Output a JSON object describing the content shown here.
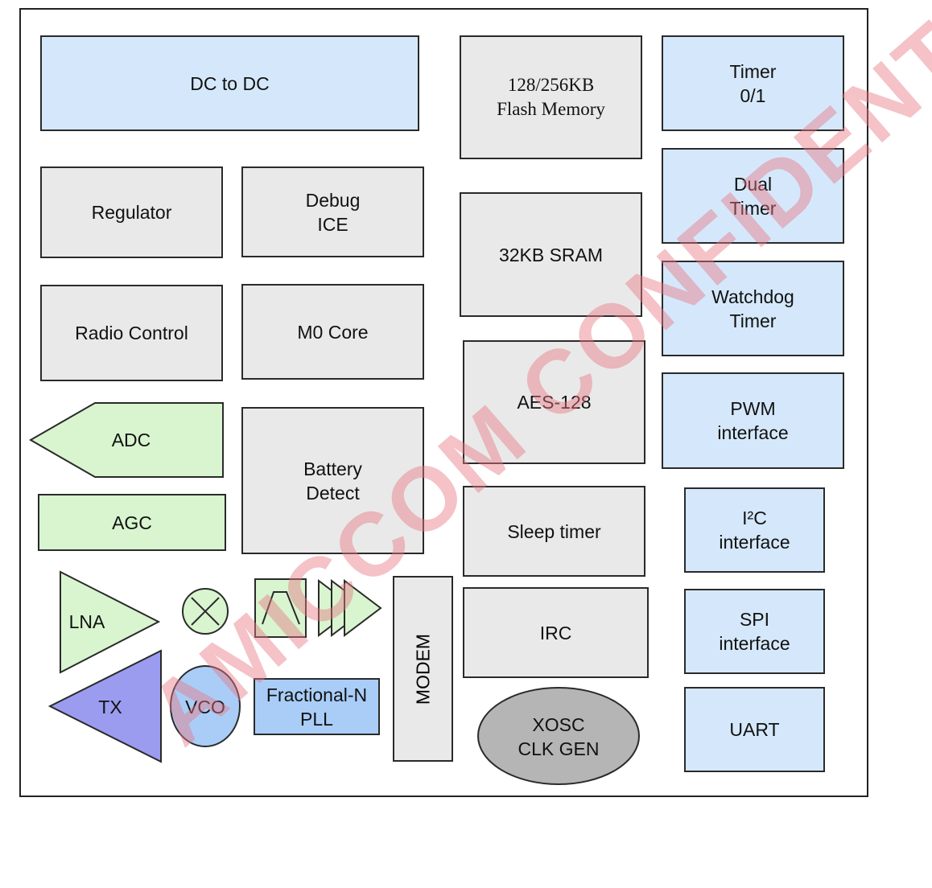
{
  "diagram": {
    "blocks": {
      "dc_to_dc": "DC to DC",
      "flash_memory": "128/256KB\nFlash Memory",
      "timer01": "Timer\n0/1",
      "regulator": "Regulator",
      "debug_ice": "Debug\nICE",
      "dual_timer": "Dual\nTimer",
      "sram": "32KB SRAM",
      "watchdog_timer": "Watchdog\nTimer",
      "radio_control": "Radio Control",
      "m0_core": "M0 Core",
      "aes": "AES-128",
      "pwm_interface": "PWM\ninterface",
      "adc": "ADC",
      "battery_detect": "Battery\nDetect",
      "agc": "AGC",
      "sleep_timer": "Sleep timer",
      "i2c_interface": "I²C\ninterface",
      "lna": "LNA",
      "modem": "MODEM",
      "irc": "IRC",
      "spi_interface": "SPI\ninterface",
      "tx": "TX",
      "vco": "VCO",
      "fractional_pll": "Fractional-N\nPLL",
      "xosc": "XOSC\nCLK GEN",
      "uart": "UART"
    },
    "watermark": "AMICCOM CONFIDENTIAL"
  },
  "colors": {
    "peripheral_blue": "#d5e8fb",
    "core_gray": "#e9e9e9",
    "analog_green": "#d8f5cf",
    "tx_purple": "#9b9cf0",
    "vco_blue": "#a9cdf7",
    "xosc_gray": "#b5b5b5",
    "watermark_red": "#e6788c"
  }
}
